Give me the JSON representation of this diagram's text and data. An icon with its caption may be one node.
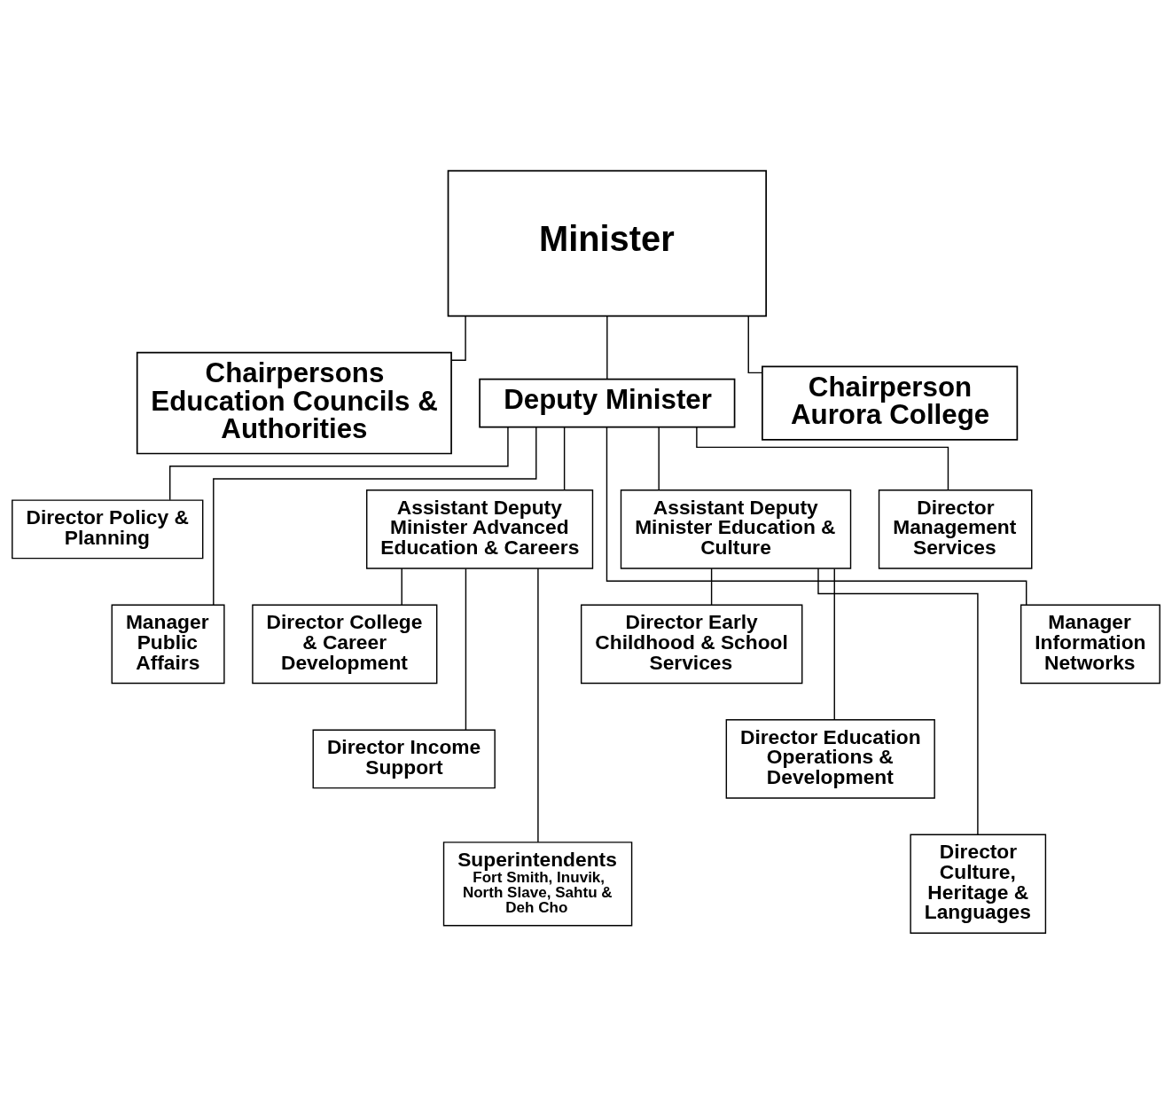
{
  "diagram": {
    "nodes": [
      {
        "text": [
          "Minister"
        ]
      },
      {
        "text": [
          "Chairpersons Education Councils & Authorities"
        ]
      },
      {
        "text": [
          "Deputy Minister"
        ]
      },
      {
        "text": [
          "Chairperson Aurora College"
        ]
      },
      {
        "text": [
          "Director Policy & Planning"
        ]
      },
      {
        "text": [
          "Manager Public Affairs"
        ]
      },
      {
        "text": [
          "Assistant Deputy Minister Advanced Education & Careers"
        ]
      },
      {
        "text": [
          "Assistant Deputy Minister Education & Culture"
        ]
      },
      {
        "text": [
          "Director Management Services"
        ]
      },
      {
        "text": [
          "Manager Information Networks"
        ]
      },
      {
        "text": [
          "Director College & Career Development"
        ]
      },
      {
        "text": [
          "Director Income Support"
        ]
      },
      {
        "text": [
          "Superintendents",
          "Fort Smith, Inuvik, North Slave, Sahtu & Deh Cho"
        ]
      },
      {
        "text": [
          "Director Early Childhood & School Services"
        ]
      },
      {
        "text": [
          "Director Education Operations & Development"
        ]
      },
      {
        "text": [
          "Director Culture, Heritage & Languages"
        ]
      }
    ],
    "edges": [
      {
        "from": 0,
        "to": 1,
        "arrow": "none"
      },
      {
        "from": 0,
        "to": 2,
        "arrow": "none"
      },
      {
        "from": 0,
        "to": 3,
        "arrow": "none"
      },
      {
        "from": 2,
        "to": 4,
        "arrow": "none"
      },
      {
        "from": 2,
        "to": 5,
        "arrow": "none"
      },
      {
        "from": 2,
        "to": 6,
        "arrow": "none"
      },
      {
        "from": 2,
        "to": 7,
        "arrow": "none"
      },
      {
        "from": 2,
        "to": 8,
        "arrow": "none"
      },
      {
        "from": 2,
        "to": 9,
        "arrow": "none"
      },
      {
        "from": 6,
        "to": 10,
        "arrow": "none"
      },
      {
        "from": 6,
        "to": 11,
        "arrow": "none"
      },
      {
        "from": 6,
        "to": 12,
        "arrow": "none"
      },
      {
        "from": 7,
        "to": 13,
        "arrow": "none"
      },
      {
        "from": 7,
        "to": 14,
        "arrow": "none"
      },
      {
        "from": 7,
        "to": 15,
        "arrow": "none"
      }
    ]
  }
}
